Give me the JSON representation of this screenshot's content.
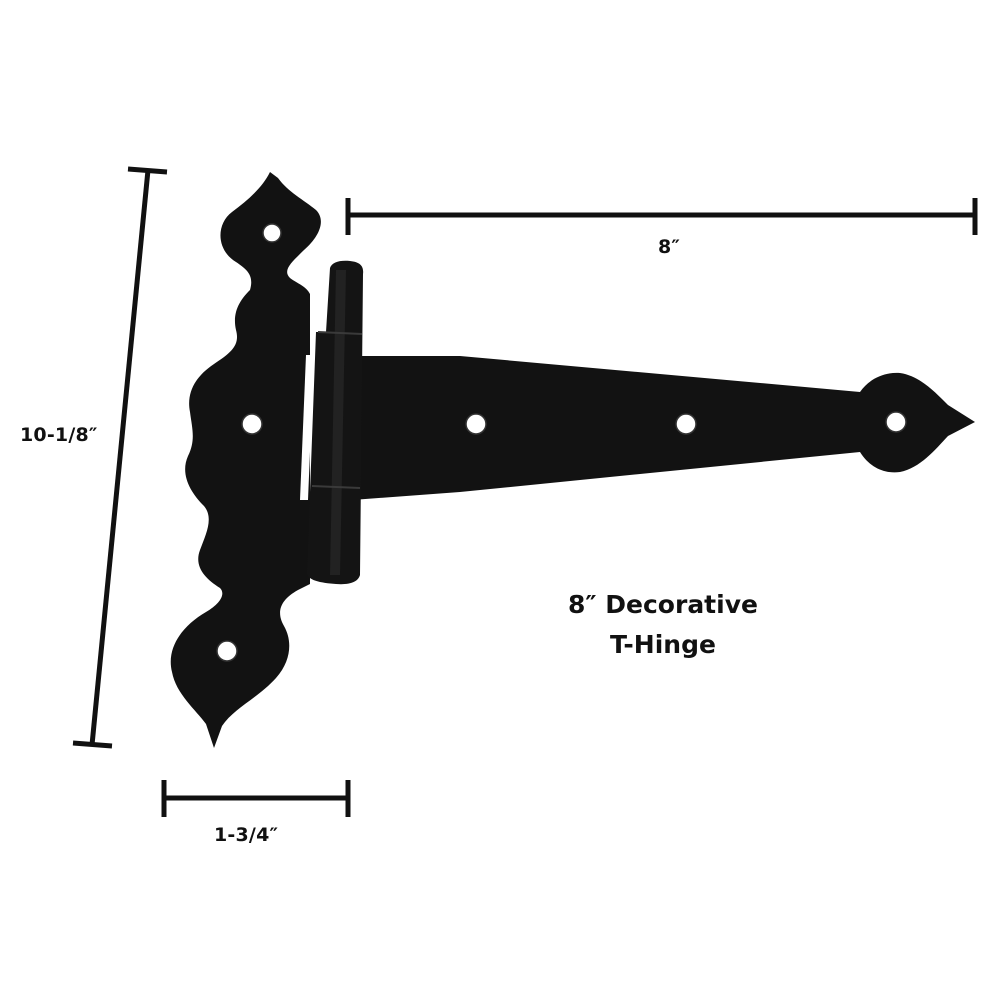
{
  "diagram": {
    "product_title_line1": "8″ Decorative",
    "product_title_line2": "T-Hinge",
    "colors": {
      "background": "#ffffff",
      "hinge": "#121212",
      "hinge_highlight": "#2a2a2a",
      "dimension_line": "#111111"
    },
    "dimensions": {
      "strap_length": {
        "label": "8″",
        "orientation": "horizontal"
      },
      "overall_height": {
        "label": "10-1/8″",
        "orientation": "vertical"
      },
      "leaf_width": {
        "label": "1-3/4″",
        "orientation": "horizontal"
      }
    },
    "parts": [
      "vertical leaf",
      "hinge knuckle pin",
      "tapered strap",
      "screw holes"
    ],
    "screw_hole_count": 6
  }
}
